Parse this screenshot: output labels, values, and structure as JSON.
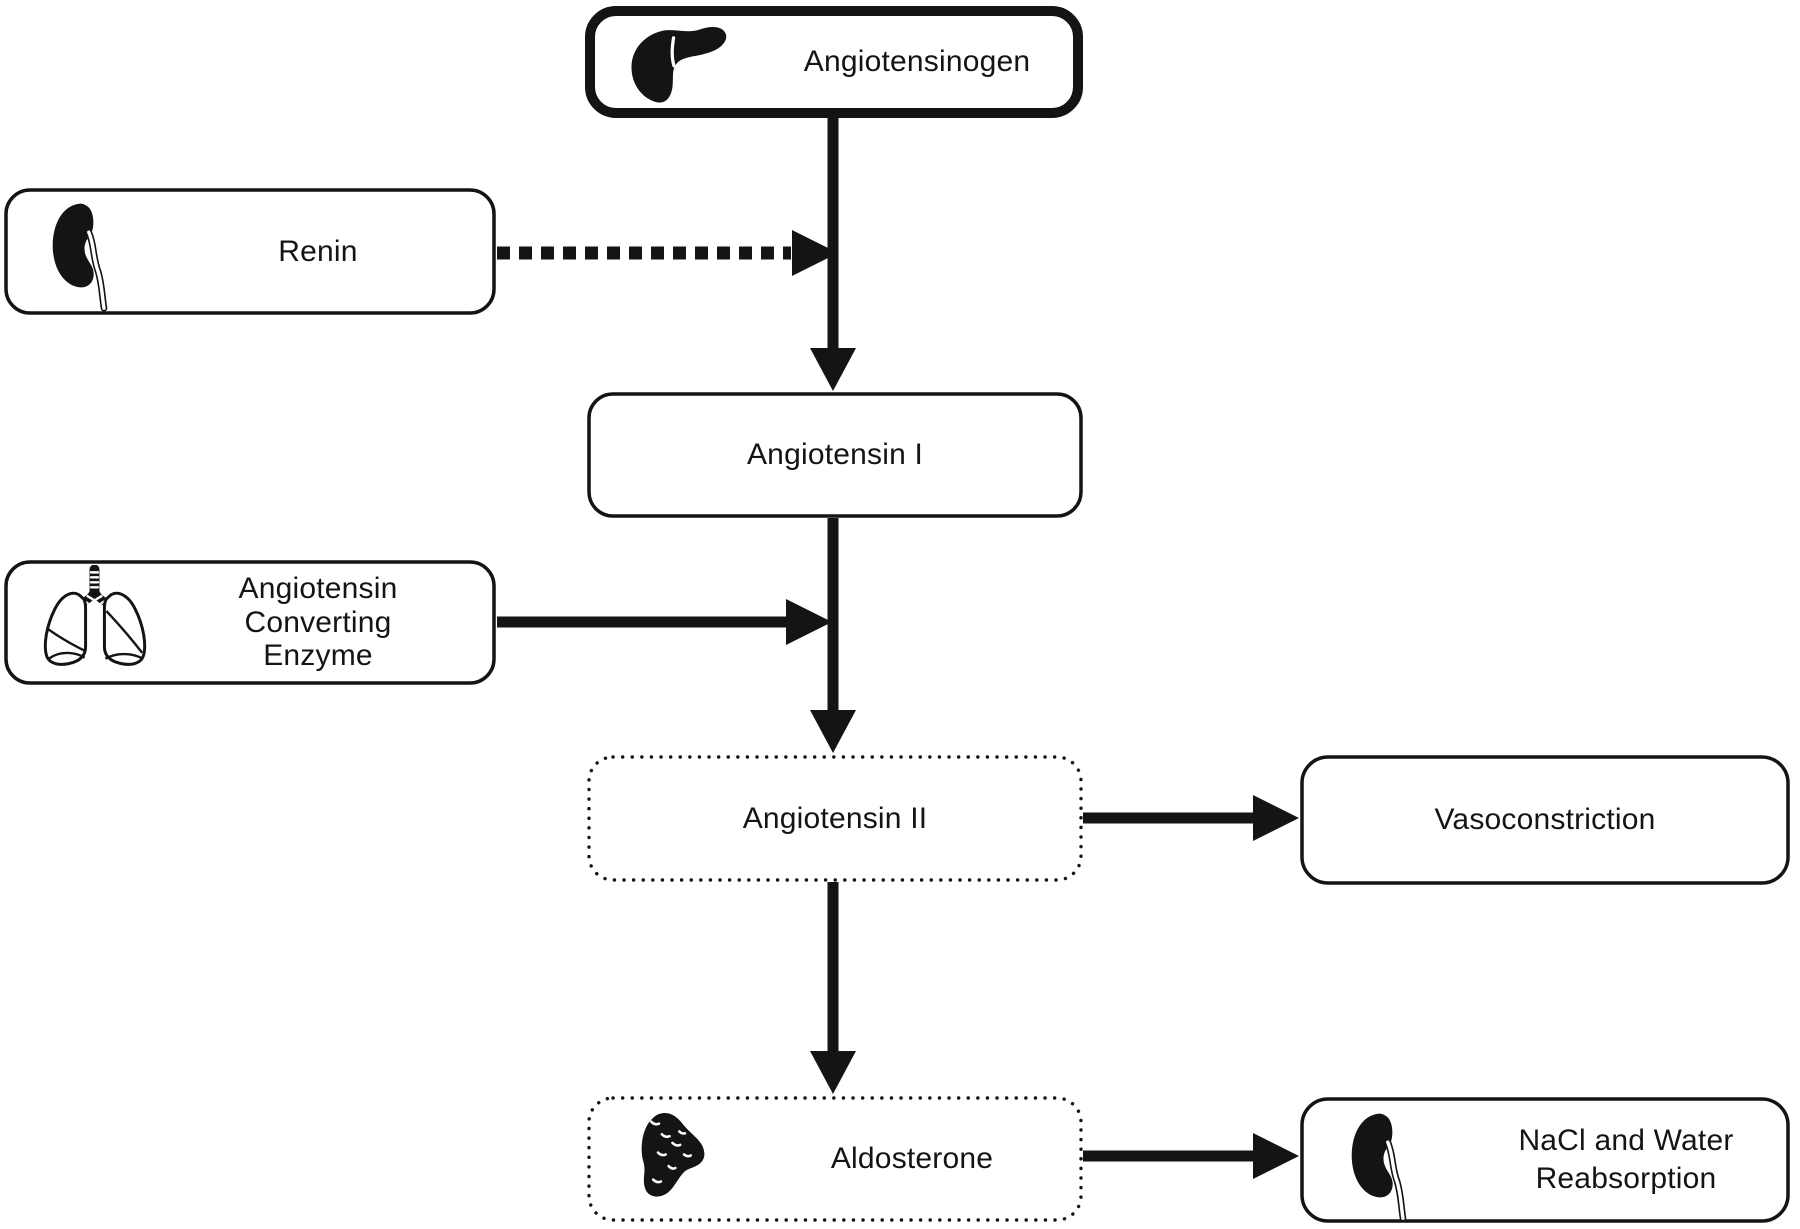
{
  "page": {
    "background_color": "#ffffff",
    "ink_color": "#141414"
  },
  "nodes": {
    "angiotensinogen": {
      "label": "Angiotensinogen",
      "icon": "liver",
      "border_style": "solid-thick"
    },
    "renin": {
      "label": "Renin",
      "icon": "kidney",
      "border_style": "solid"
    },
    "angiotensin_i": {
      "label": "Angiotensin I",
      "border_style": "solid"
    },
    "ace": {
      "lines": [
        "Angiotensin",
        "Converting",
        "Enzyme"
      ],
      "icon": "lungs",
      "border_style": "solid"
    },
    "angiotensin_ii": {
      "label": "Angiotensin II",
      "border_style": "dotted"
    },
    "vasoconstriction": {
      "label": "Vasoconstriction",
      "border_style": "solid"
    },
    "aldosterone": {
      "label": "Aldosterone",
      "icon": "adrenal-gland",
      "border_style": "dotted"
    },
    "nacl_water_reabsorption": {
      "lines": [
        "NaCl and Water",
        "Reabsorption"
      ],
      "icon": "kidney",
      "border_style": "solid"
    }
  },
  "edges": [
    {
      "from": "angiotensinogen",
      "to": "angiotensin_i",
      "style": "solid-arrow"
    },
    {
      "from": "renin",
      "to": "arrow angiotensinogen-to-angiotensin_i",
      "style": "dashed-arrow"
    },
    {
      "from": "angiotensin_i",
      "to": "angiotensin_ii",
      "style": "solid-arrow"
    },
    {
      "from": "ace",
      "to": "arrow angiotensin_i-to-angiotensin_ii",
      "style": "solid-arrow"
    },
    {
      "from": "angiotensin_ii",
      "to": "vasoconstriction",
      "style": "solid-arrow"
    },
    {
      "from": "angiotensin_ii",
      "to": "aldosterone",
      "style": "solid-arrow"
    },
    {
      "from": "aldosterone",
      "to": "nacl_water_reabsorption",
      "style": "solid-arrow"
    }
  ]
}
